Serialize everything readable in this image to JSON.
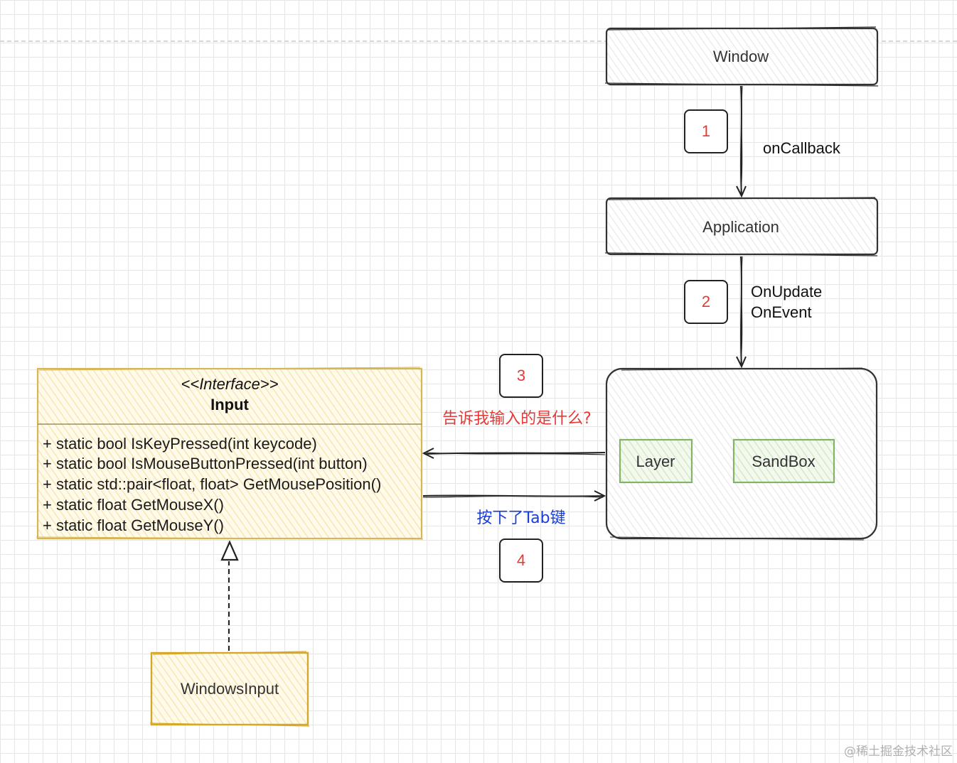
{
  "nodes": {
    "window": "Window",
    "application": "Application",
    "layer": "Layer",
    "sandbox": "SandBox",
    "windows_input": "WindowsInput"
  },
  "interface": {
    "stereotype": "<<Interface>>",
    "name": "Input",
    "methods": [
      "+ static bool IsKeyPressed(int keycode)",
      "+ static bool IsMouseButtonPressed(int button)",
      "+ static std::pair<float, float> GetMousePosition()",
      "+ static float GetMouseX()",
      "+ static float GetMouseY()"
    ]
  },
  "steps": [
    "1",
    "2",
    "3",
    "4"
  ],
  "edges": {
    "on_callback": "onCallback",
    "on_update": "OnUpdate",
    "on_event": "OnEvent",
    "ask_input": "告诉我输入的是什么?",
    "tab_pressed": "按下了Tab键"
  },
  "colors": {
    "stroke": "#333333",
    "step_red": "#e53935",
    "question_red": "#e53935",
    "answer_blue": "#1a3dd6",
    "interface_fill": "#fdf6dc",
    "interface_stroke": "#d6b656",
    "windows_input_stroke": "#d6a82a",
    "green_fill": "#e6f2dc",
    "green_stroke": "#82b366"
  },
  "watermark": "@稀土掘金技术社区"
}
